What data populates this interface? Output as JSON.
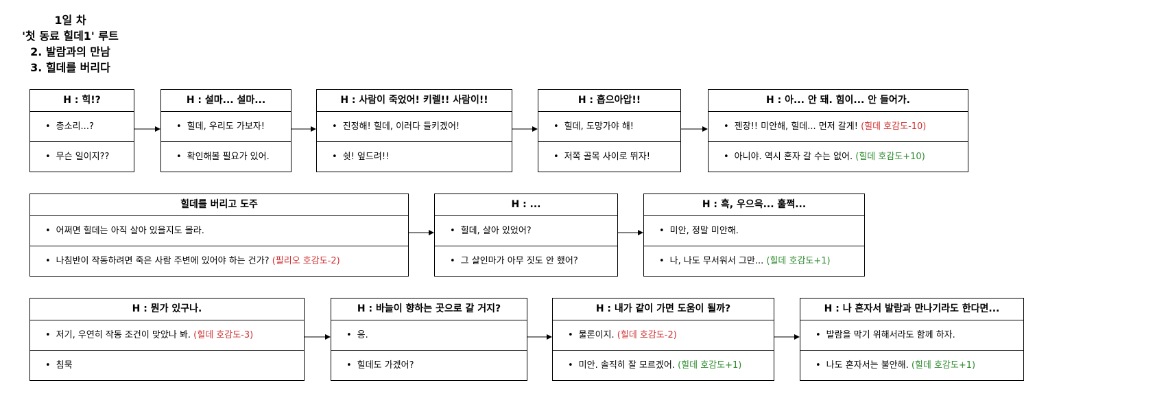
{
  "header": {
    "line1": "1일 차",
    "line2": "'첫 동료 힐데1' 루트",
    "line3": "2. 발람과의 만남",
    "line4": "3. 힐데를 버리다"
  },
  "boxes": [
    {
      "title": "H : 힉!?",
      "options": [
        {
          "text": "총소리...?",
          "effect": "",
          "color": ""
        },
        {
          "text": "무슨 일이지??",
          "effect": "",
          "color": ""
        }
      ]
    },
    {
      "title": "H : 설마... 설마...",
      "options": [
        {
          "text": "힐데, 우리도 가보자!",
          "effect": "",
          "color": ""
        },
        {
          "text": "확인해볼 필요가 있어.",
          "effect": "",
          "color": ""
        }
      ]
    },
    {
      "title": "H : 사람이 죽었어! 키렐!! 사람이!!",
      "options": [
        {
          "text": "진정해! 힐데, 이러다 들키겠어!",
          "effect": "",
          "color": ""
        },
        {
          "text": "쉿! 엎드려!!",
          "effect": "",
          "color": ""
        }
      ]
    },
    {
      "title": "H : 흡으아압!!",
      "options": [
        {
          "text": "힐데, 도망가야 해!",
          "effect": "",
          "color": ""
        },
        {
          "text": "저쪽 골목 사이로 뛰자!",
          "effect": "",
          "color": ""
        }
      ]
    },
    {
      "title": "H : 아... 안 돼. 힘이... 안 들어가.",
      "options": [
        {
          "text": "젠장!! 미안해, 힐데... 먼저 갈게! ",
          "effect": "(힐데 호감도-10)",
          "color": "red"
        },
        {
          "text": "아니야. 역시 혼자 갈 수는 없어. ",
          "effect": "(힐데 호감도+10)",
          "color": "green"
        }
      ]
    },
    {
      "title": "힐데를 버리고 도주",
      "options": [
        {
          "text": "어쩌면 힐데는 아직 살아 있을지도 몰라.",
          "effect": "",
          "color": ""
        },
        {
          "text": "나침반이 작동하려면 죽은 사람 주변에 있어야 하는 건가? ",
          "effect": "(필리오 호감도-2)",
          "color": "red"
        }
      ]
    },
    {
      "title": "H : ...",
      "options": [
        {
          "text": "힐데, 살아 있었어?",
          "effect": "",
          "color": ""
        },
        {
          "text": "그 살인마가 아무 짓도 안 했어?",
          "effect": "",
          "color": ""
        }
      ]
    },
    {
      "title": "H : 흑, 우으윽... 훌쩍...",
      "options": [
        {
          "text": "미안, 정말 미안해.",
          "effect": "",
          "color": ""
        },
        {
          "text": "나, 나도 무서워서 그만... ",
          "effect": "(힐데 호감도+1)",
          "color": "green"
        }
      ]
    },
    {
      "title": "H : 뭔가 있구나.",
      "options": [
        {
          "text": "저기, 우연히 작동 조건이 맞았나 봐. ",
          "effect": "(힐데 호감도-3)",
          "color": "red"
        },
        {
          "text": "침묵",
          "effect": "",
          "color": ""
        }
      ]
    },
    {
      "title": "H : 바늘이 향하는 곳으로 갈 거지?",
      "options": [
        {
          "text": "응.",
          "effect": "",
          "color": ""
        },
        {
          "text": "힐데도 가겠어?",
          "effect": "",
          "color": ""
        }
      ]
    },
    {
      "title": "H : 내가 같이 가면 도움이 될까?",
      "options": [
        {
          "text": "물론이지. ",
          "effect": "(힐데 호감도-2)",
          "color": "red"
        },
        {
          "text": "미안. 솔직히 잘 모르겠어. ",
          "effect": "(힐데 호감도+1)",
          "color": "green"
        }
      ]
    },
    {
      "title": "H : 나 혼자서 발람과 만나기라도 한다면...",
      "options": [
        {
          "text": "발람을 막기 위해서라도 함께 하자.",
          "effect": "",
          "color": ""
        },
        {
          "text": "나도 혼자서는 불안해. ",
          "effect": "(힐데 호감도+1)",
          "color": "green"
        }
      ]
    }
  ],
  "colors": {
    "red": "#d03030",
    "green": "#2d8a2d"
  }
}
